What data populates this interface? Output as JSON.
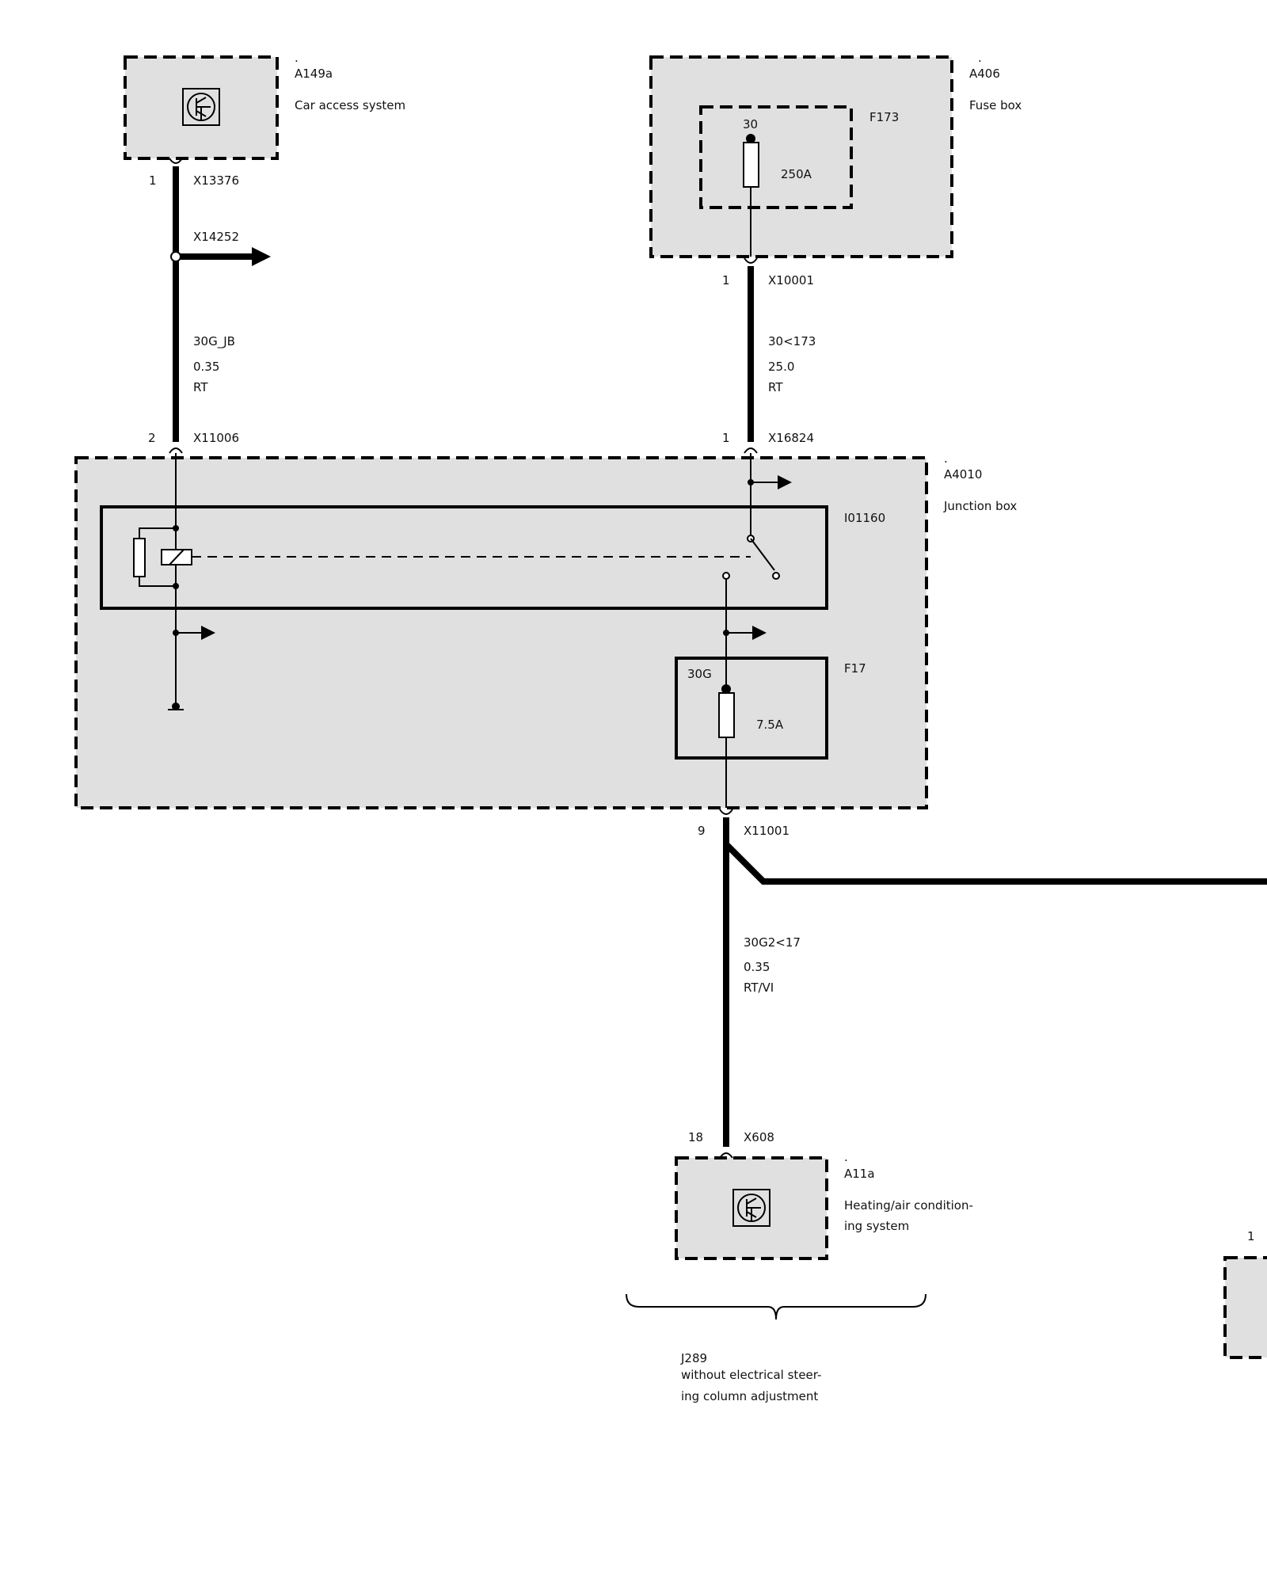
{
  "modules": {
    "a149a": {
      "dot": ".",
      "id": "A149a",
      "name": "Car access system",
      "pin": "1",
      "connector": "X13376"
    },
    "a406": {
      "dot": ".",
      "id": "A406",
      "name": "Fuse box",
      "fuse_id": "F173",
      "fuse_terminal": "30",
      "fuse_rating": "250A",
      "pin": "1",
      "connector": "X10001"
    },
    "a4010": {
      "dot": ".",
      "id": "A4010",
      "name": "Junction box",
      "relay_id": "I01160",
      "fuse_id": "F17",
      "fuse_terminal": "30G",
      "fuse_rating": "7.5A"
    },
    "a11a": {
      "dot": ".",
      "id": "A11a",
      "name_line1": "Heating/air condition-",
      "name_line2": "ing system",
      "pin": "18",
      "connector": "X608"
    },
    "partial": {
      "pin": "1"
    }
  },
  "wires": {
    "left": {
      "splice": "X14252",
      "signal": "30G_JB",
      "size": "0.35",
      "color": "RT",
      "pin": "2",
      "connector": "X11006"
    },
    "right": {
      "signal": "30<173",
      "size": "25.0",
      "color": "RT",
      "pin": "1",
      "connector": "X16824"
    },
    "bottom": {
      "pin": "9",
      "connector": "X11001",
      "signal": "30G2<17",
      "size": "0.35",
      "color": "RT/VI"
    }
  },
  "note": {
    "id": "J289",
    "line1": "without electrical steer-",
    "line2": "ing column adjustment"
  }
}
